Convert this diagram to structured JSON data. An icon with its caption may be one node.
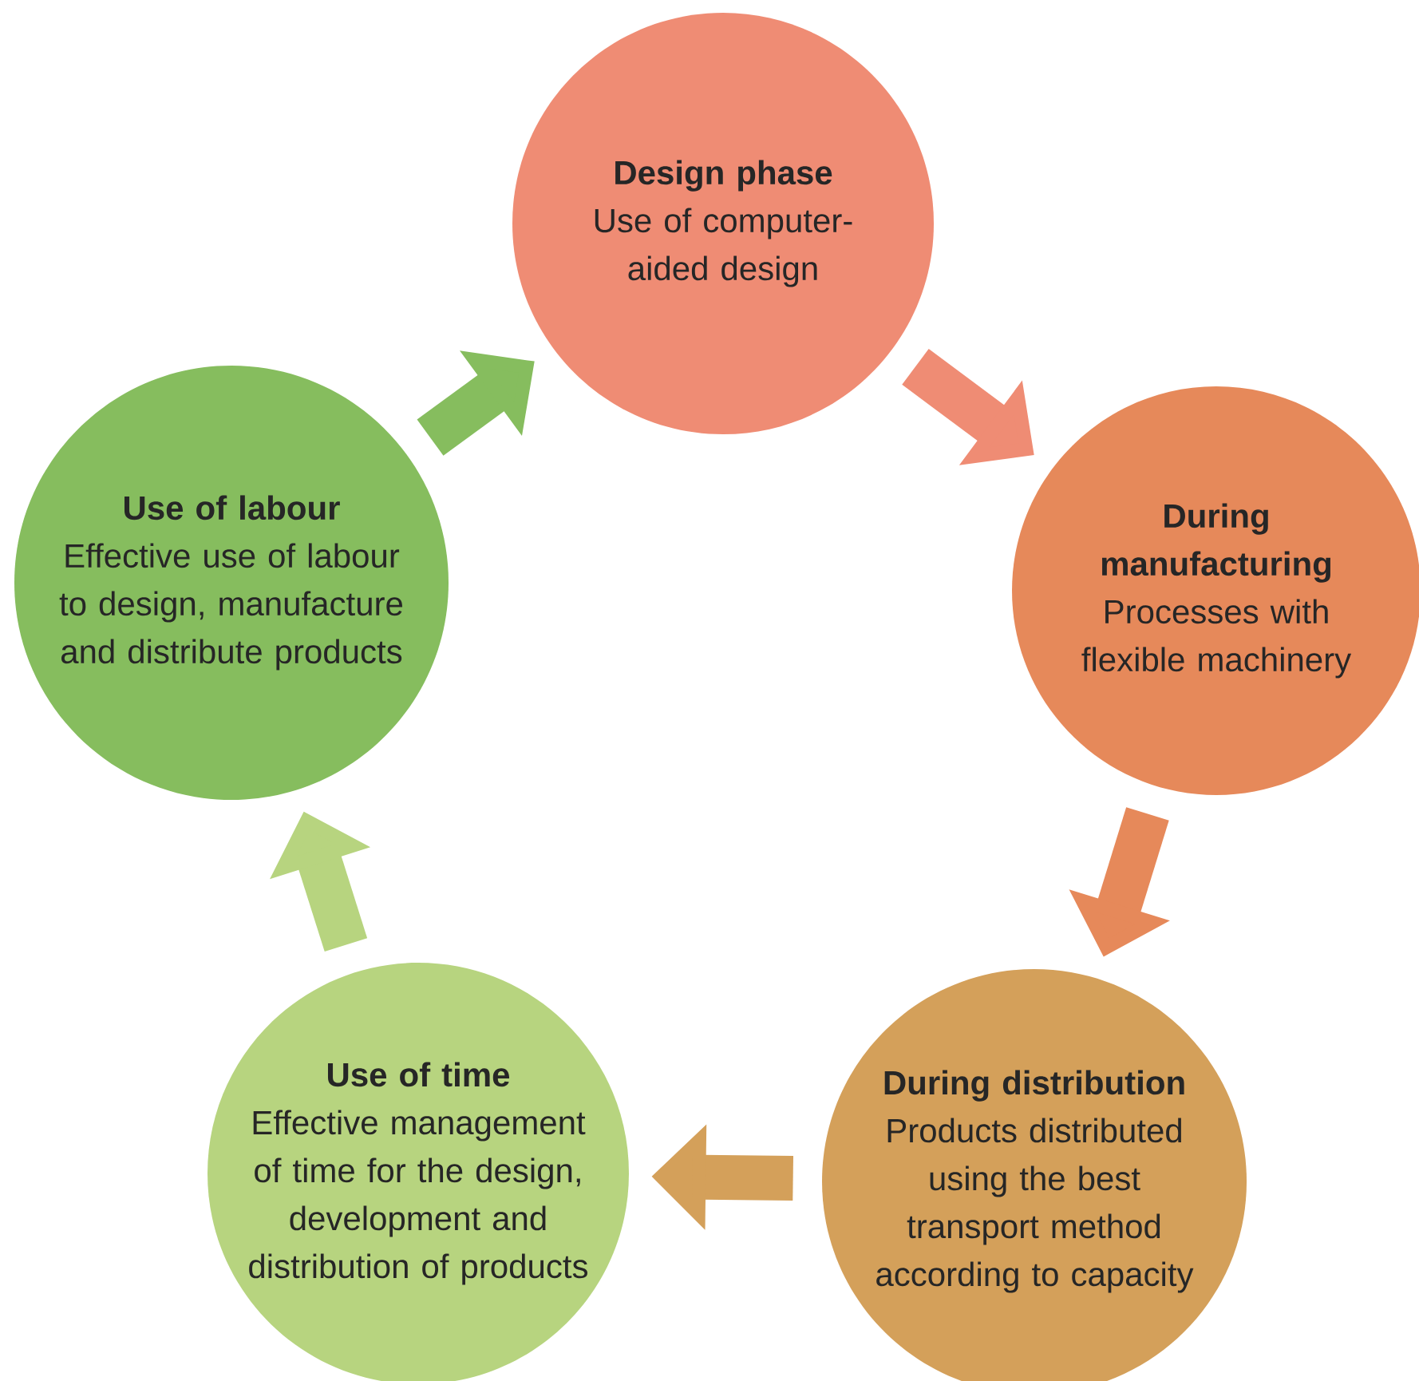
{
  "diagram": {
    "nodes": [
      {
        "text": [
          "Design phase",
          "Use of computer-aided design"
        ]
      },
      {
        "text": [
          "During manufacturing",
          "Processes with flexible machinery"
        ]
      },
      {
        "text": [
          "During distribution",
          "Products distributed using the best transport method according to capacity"
        ]
      },
      {
        "text": [
          "Use of time",
          "Effective management of time for the design, development and distribution of products"
        ]
      },
      {
        "text": [
          "Use of labour",
          "Effective use of labour to design, manufacture and distribute products"
        ]
      }
    ],
    "edges": [
      {
        "from": 0,
        "to": 1,
        "arrow": "to",
        "color": "#ef8c74"
      },
      {
        "from": 1,
        "to": 2,
        "arrow": "to",
        "color": "#e6895a"
      },
      {
        "from": 2,
        "to": 3,
        "arrow": "to",
        "color": "#d4a05a"
      },
      {
        "from": 3,
        "to": 4,
        "arrow": "to",
        "color": "#b7d47f"
      },
      {
        "from": 4,
        "to": 0,
        "arrow": "to",
        "color": "#86bd5e"
      }
    ]
  }
}
